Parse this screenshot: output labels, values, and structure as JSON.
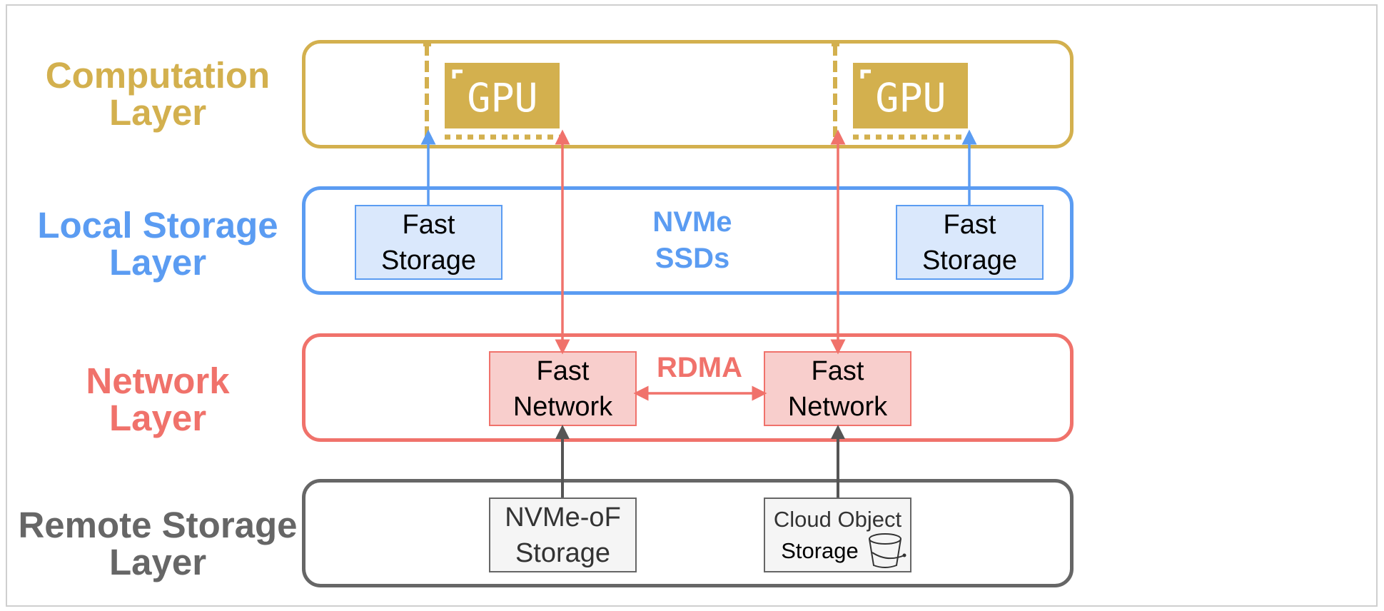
{
  "colors": {
    "computation": "#d3b04e",
    "local_storage": "#5b9cf2",
    "network": "#f0726b",
    "remote_storage": "#666666",
    "fast_storage_fill": "#dae8fc",
    "fast_network_fill": "#f8cecc",
    "remote_box_fill": "#f5f5f5"
  },
  "layers": {
    "computation": {
      "line1": "Computation",
      "line2": "Layer"
    },
    "local_storage": {
      "line1": "Local Storage",
      "line2": "Layer"
    },
    "network": {
      "line1": "Network",
      "line2": "Layer"
    },
    "remote_storage": {
      "line1": "Remote Storage",
      "line2": "Layer"
    }
  },
  "gpus": [
    {
      "label": "GPU",
      "icon": "gpu-card-icon"
    },
    {
      "label": "GPU",
      "icon": "gpu-card-icon"
    }
  ],
  "local_storage": {
    "nvme_line1": "NVMe",
    "nvme_line2": "SSDs",
    "fast_storage": [
      {
        "line1": "Fast",
        "line2": "Storage"
      },
      {
        "line1": "Fast",
        "line2": "Storage"
      }
    ]
  },
  "network": {
    "rdma_label": "RDMA",
    "fast_network": [
      {
        "line1": "Fast",
        "line2": "Network"
      },
      {
        "line1": "Fast",
        "line2": "Network"
      }
    ]
  },
  "remote_storage": {
    "nvmeof": {
      "line1": "NVMe-oF",
      "line2": "Storage"
    },
    "cloud": {
      "line1": "Cloud Object",
      "line2": "Storage",
      "icon": "bucket-icon"
    }
  }
}
